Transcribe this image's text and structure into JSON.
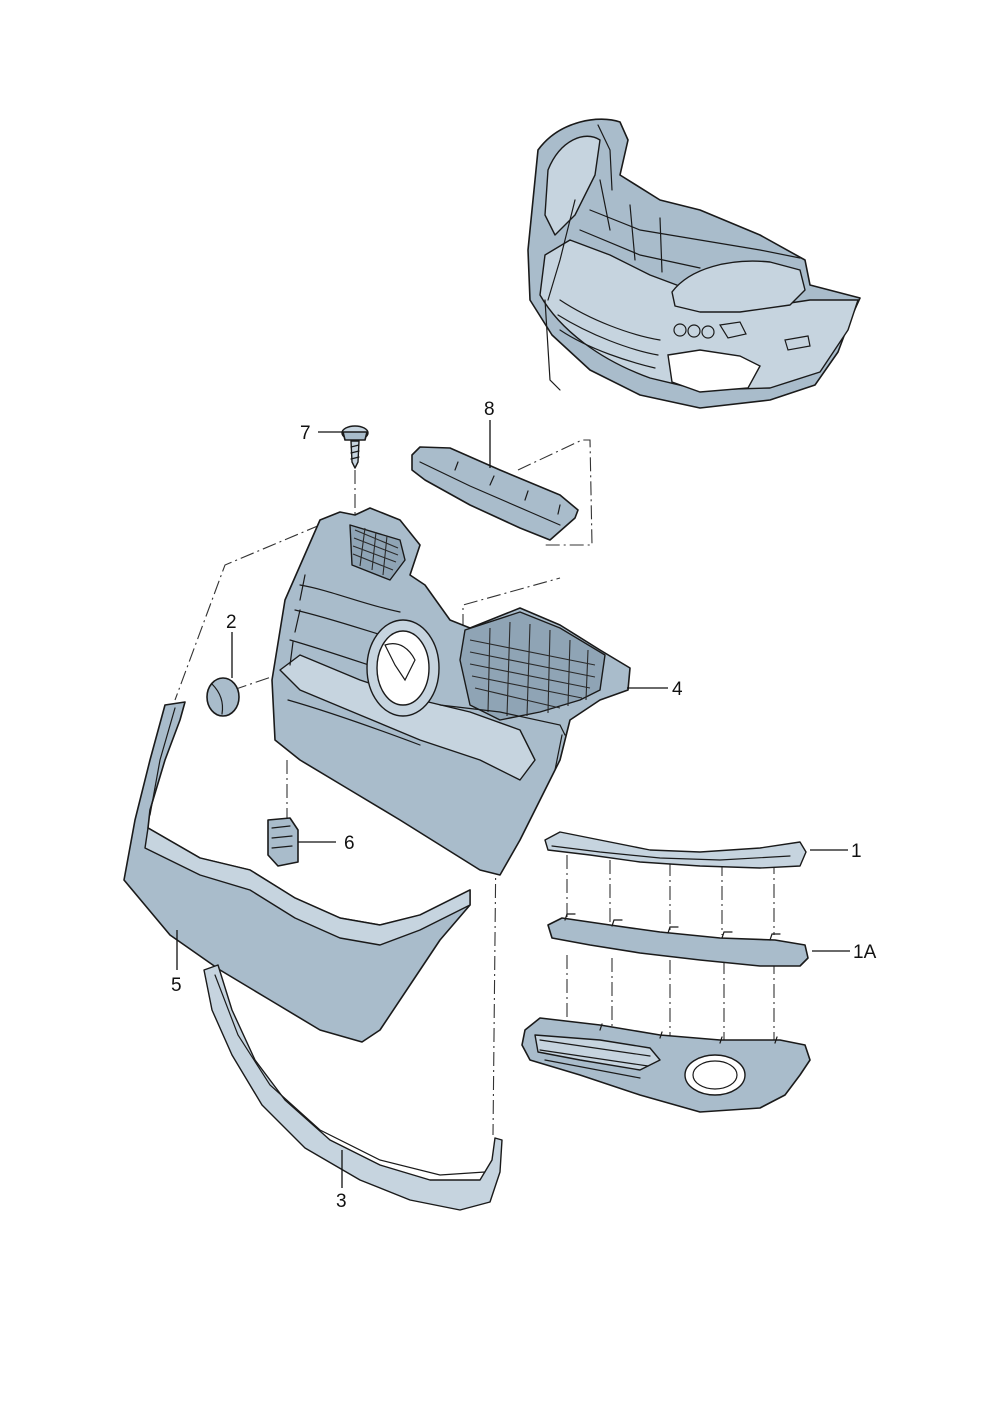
{
  "callouts": {
    "c1": "1",
    "c1a": "1A",
    "c2": "2",
    "c3": "3",
    "c4": "4",
    "c5": "5",
    "c6": "6",
    "c7": "7",
    "c8": "8"
  },
  "colors": {
    "part_fill": "#a9bccb",
    "part_fill_light": "#c6d4df",
    "outline": "#1a1a1a",
    "background": "#ffffff"
  }
}
